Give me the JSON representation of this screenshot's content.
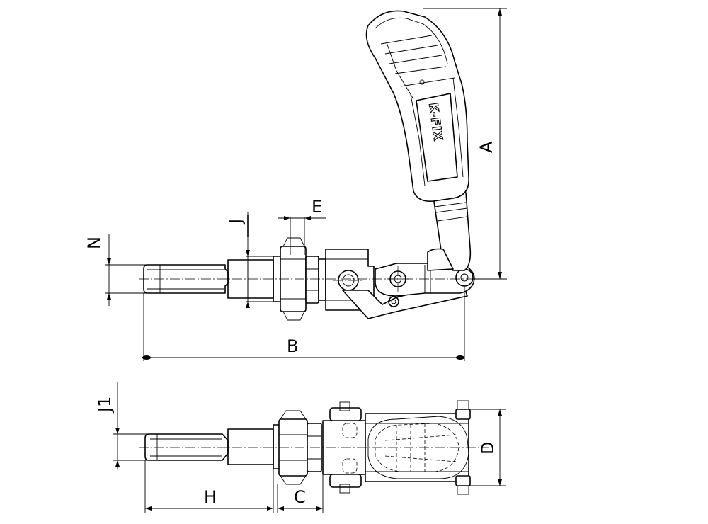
{
  "dimensions": {
    "A": "A",
    "B": "B",
    "C": "C",
    "D": "D",
    "E": "E",
    "H": "H",
    "J": "J",
    "J1": "J1",
    "N": "N"
  },
  "handle_brand": "K-FIX"
}
